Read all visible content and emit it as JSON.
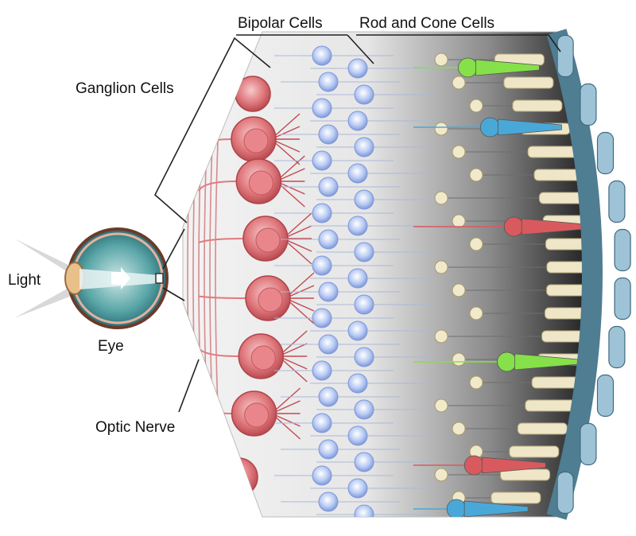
{
  "labels": {
    "bipolar": "Bipolar Cells",
    "rod_cone": "Rod and Cone Cells",
    "ganglion": "Ganglion Cells",
    "light": "Light",
    "eye": "Eye",
    "optic_nerve": "Optic  Nerve"
  },
  "colors": {
    "ganglion": "#e07a7e",
    "bipolar": "#a9bdf0",
    "rod": "#efe6c8",
    "cone_red": "#d95a5e",
    "cone_green": "#86e04a",
    "cone_blue": "#4aa8d8",
    "epithelium": "#9fc3d6",
    "eyeball": "#2e7d86"
  }
}
